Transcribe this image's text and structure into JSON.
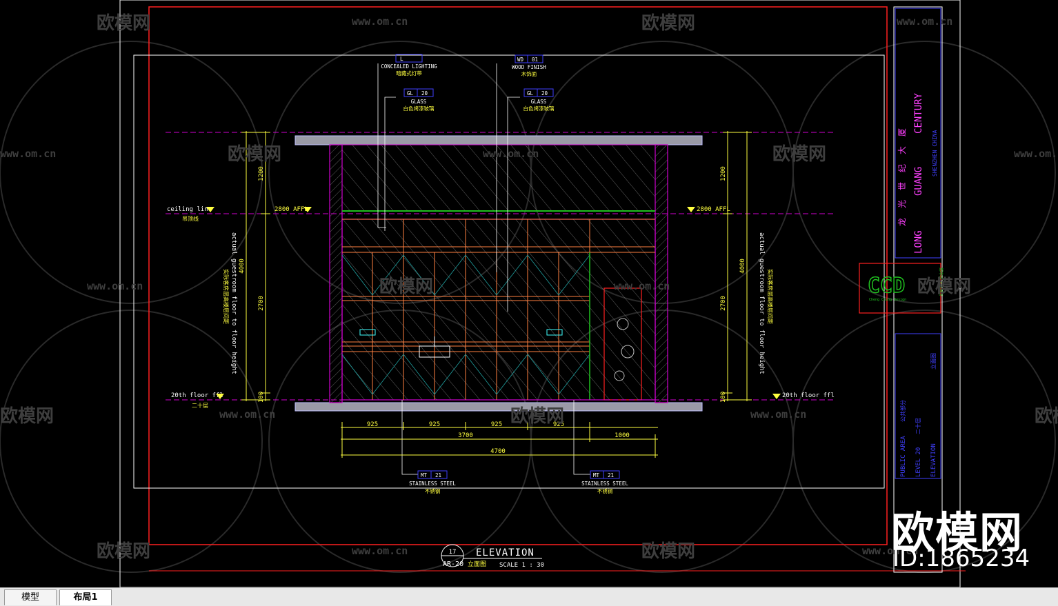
{
  "tabs": [
    {
      "label": "模型"
    },
    {
      "label": "布局1"
    }
  ],
  "title_block": {
    "title": "ELEVATION",
    "drawing_no": "AR-20",
    "sub_title": "立面图",
    "number": "17",
    "scale": "SCALE 1 :  30"
  },
  "levels": {
    "ceiling_left": "ceiling line",
    "ceiling_left_cn": "吊顶线",
    "ceiling_left_value": "2800 AFFL",
    "ceiling_right_value": "2800 AFFL",
    "floor_left": "20th floor ffl",
    "floor_left_cn": "二十层",
    "floor_right": "20th floor ffl"
  },
  "vertical_dims": {
    "left_top": "1200",
    "left_total": "4000",
    "left_mid": "2700",
    "left_bottom": "100",
    "left_note_en": "actual guestroom floor to floor height",
    "left_note_cn": "实际客房层高楼层间距",
    "right_top": "1200",
    "right_total": "4000",
    "right_mid": "2700",
    "right_bottom": "100",
    "right_note_en": "actual guestroom floor to floor height",
    "right_note_cn": "实际客房层高楼层间距"
  },
  "tags": {
    "lighting_code": "L",
    "lighting_en": "CONCEALED LIGHTING",
    "lighting_cn": "暗藏式灯带",
    "wood_code": "WD",
    "wood_num": "01",
    "wood_en": "WOOD FINISH",
    "wood_cn": "木饰面",
    "glass1_code": "GL",
    "glass1_num": "20",
    "glass1_en": "GLASS",
    "glass1_cn": "白色烤漆玻璃",
    "glass2_code": "GL",
    "glass2_num": "20",
    "glass2_en": "GLASS",
    "glass2_cn": "白色烤漆玻璃",
    "steel1_code": "MT",
    "steel1_num": "21",
    "steel1_en": "STAINLESS STEEL",
    "steel1_cn": "不锈钢",
    "steel2_code": "MT",
    "steel2_num": "21",
    "steel2_en": "STAINLESS STEEL",
    "steel2_cn": "不锈钢"
  },
  "horizontal_dims": {
    "d1": "925",
    "d2": "925",
    "d3": "925",
    "d4": "925",
    "sub_total": "3700",
    "right": "1000",
    "total": "4700"
  },
  "project": {
    "name_cn": "龙光世纪大厦",
    "name_en_1": "LONG",
    "name_en_2": "GUANG",
    "name_en_3": "CENTURY",
    "location": "SHENZHEN CHINA",
    "logo": "CCD",
    "logo_sub": "Cheng Chung Design",
    "logo_cn": "郑中设计事务所",
    "area_1": "PUBLIC AREA",
    "area_1_cn": "公共部分",
    "area_2": "LEVEL 20",
    "area_2_cn": "二十层",
    "area_3": "ELEVATION",
    "area_3_cn": "立面图"
  },
  "watermarks": {
    "brand": "欧模网",
    "url": "www.om.cn",
    "big": "欧模网",
    "id": "ID:1865234"
  },
  "colors": {
    "background": "#000000",
    "red_frame": "#ff2020",
    "white_frame": "#ffffff",
    "magenta": "#d000d0",
    "yellow": "#ffff40",
    "blue": "#4040ff",
    "orange": "#ff8040",
    "cyan": "#40ffff",
    "green": "#20c020"
  }
}
